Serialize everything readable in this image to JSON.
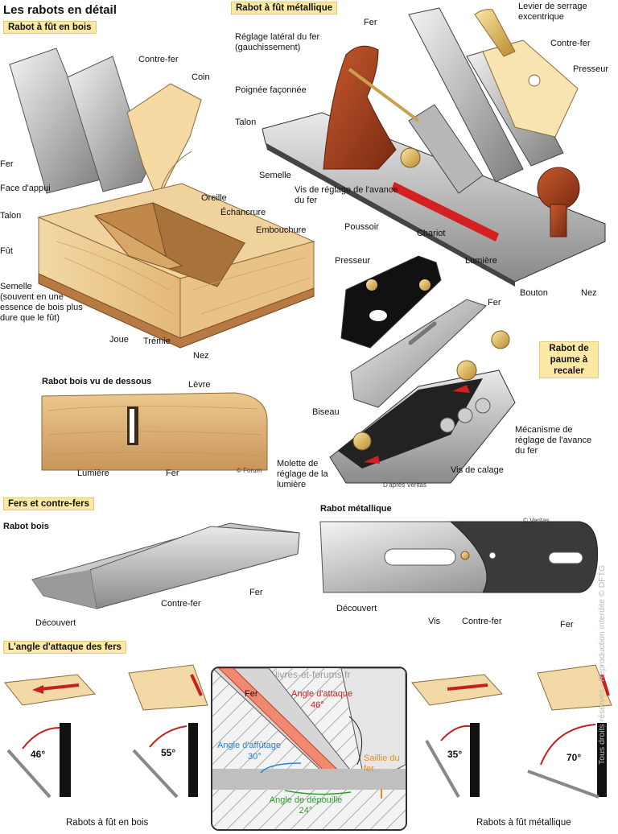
{
  "title": "Les rabots en détail",
  "sections": {
    "wood_plane": "Rabot à fût en bois",
    "metal_plane": "Rabot à fût métallique",
    "palm_plane": "Rabot de paume à recaler",
    "irons": "Fers et contre-fers",
    "angle": "L'angle d'attaque des fers"
  },
  "wood_plane_labels": {
    "contre_fer": "Contre-fer",
    "coin": "Coin",
    "fer": "Fer",
    "face_appui": "Face d'appui",
    "talon": "Talon",
    "oreille": "Oreille",
    "echancrure": "Échancrure",
    "embouchure": "Embouchure",
    "fut": "Fût",
    "semelle": "Semelle",
    "semelle_note": "(souvent en une essence de bois plus dure que le fût)",
    "joue": "Joue",
    "tremie": "Trémie",
    "nez": "Nez"
  },
  "underside": {
    "title": "Rabot bois vu de dessous",
    "levre": "Lèvre",
    "lumiere": "Lumière",
    "fer": "Fer",
    "credit": "© Forum"
  },
  "metal_plane_labels": {
    "fer": "Fer",
    "levier": "Levier de serrage excentrique",
    "reglage_lateral": "Réglage latéral du fer (gauchissement)",
    "contre_fer": "Contre-fer",
    "poignee": "Poignée façonnée",
    "presseur": "Presseur",
    "talon": "Talon",
    "semelle": "Semelle",
    "vis_reglage": "Vis de réglage de l'avance du fer",
    "poussoir": "Poussoir",
    "chariot": "Chariot",
    "lumiere": "Lumière",
    "bouton": "Bouton",
    "nez": "Nez"
  },
  "palm_plane_labels": {
    "presseur": "Presseur",
    "fer": "Fer",
    "biseau": "Biseau",
    "mecanisme": "Mécanisme de réglage de l'avance du fer",
    "molette": "Molette de réglage de la lumière",
    "vis_calage": "Vis de calage",
    "credit": "D'après Veritas"
  },
  "irons": {
    "wood_title": "Rabot bois",
    "metal_title": "Rabot métallique",
    "contre_fer": "Contre-fer",
    "fer": "Fer",
    "decouvert": "Découvert",
    "vis": "Vis",
    "credit": "© Veritas"
  },
  "angles": {
    "wood": [
      "46°",
      "55°"
    ],
    "metal": [
      "35°",
      "70°"
    ],
    "wood_caption": "Rabots à fût en bois",
    "metal_caption": "Rabots à fût métallique",
    "detail": {
      "watermark": "livres-et-forums.fr",
      "fer": "Fer",
      "attaque": "Angle d'attaque",
      "attaque_val": "46°",
      "affutage": "Angle d'affûtage",
      "affutage_val": "30°",
      "saillie": "Saillie du fer",
      "depouille": "Angle de dépouille 24°"
    }
  },
  "side_credit": "Tous droits réservés - Reproduction interdite © DFTG"
}
